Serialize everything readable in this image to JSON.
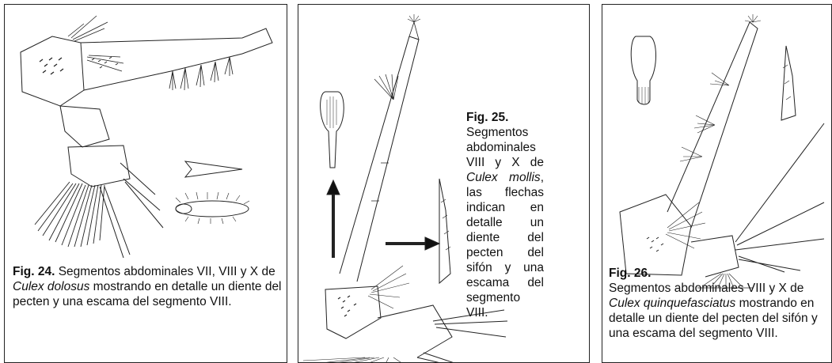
{
  "figures": [
    {
      "label": "Fig. 24.",
      "text_a": " Segmentos abdominales VII, VIII y X de ",
      "species": "Culex dolosus",
      "text_b": " mostrando en detalle un diente del pecten y una escama del segmento VIII."
    },
    {
      "label": "Fig. 25.",
      "text_a": "Segmentos abdominales VIII y X de ",
      "species": "Culex mollis",
      "text_b": ", las flechas indican en detalle un diente del pecten del sifón y una escama del segmento VIII."
    },
    {
      "label": "Fig. 26.",
      "text_a": "Segmentos abdominales VIII y X de ",
      "species": "Culex quinquefasciatus",
      "text_b": " mostrando en detalle un diente del pecten del sifón y una escama del segmento VIII."
    }
  ]
}
